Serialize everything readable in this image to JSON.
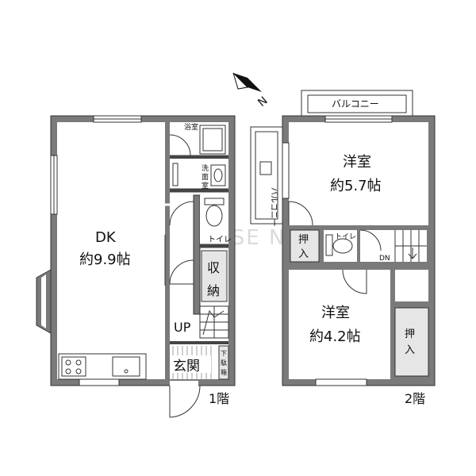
{
  "compass": {
    "label": "N"
  },
  "floor1": {
    "dk": {
      "name": "DK",
      "area": "約9.9帖"
    },
    "bath": "浴室",
    "washroom": [
      "洗",
      "面",
      "室"
    ],
    "toilet": "トイレ",
    "storage": [
      "収",
      "納"
    ],
    "up": "UP",
    "entrance": "玄関",
    "shoe_box": [
      "下",
      "駄",
      "箱"
    ],
    "floor_label": "1階"
  },
  "floor2": {
    "balcony_top": "バルコニー",
    "balcony_side": "バルコニー",
    "room1": {
      "name": "洋室",
      "area": "約5.7帖"
    },
    "room2": {
      "name": "洋室",
      "area": "約4.2帖"
    },
    "closet_a": [
      "押",
      "入"
    ],
    "closet_b": [
      "押",
      "入"
    ],
    "toilet": "トイレ",
    "dn": "DN",
    "floor_label": "2階"
  },
  "watermark": "PIKATTO HOUSE NET"
}
